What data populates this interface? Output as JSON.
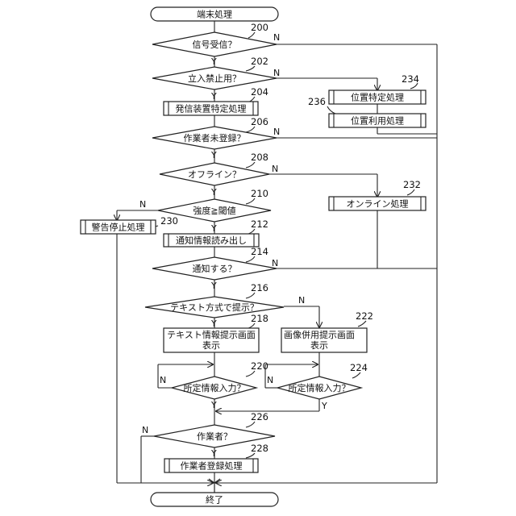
{
  "nodes": {
    "start": {
      "label": "端末処理"
    },
    "end": {
      "label": "終了"
    },
    "d200": {
      "label": "信号受信？",
      "ref": "200"
    },
    "d202": {
      "label": "立入禁止用？",
      "ref": "202"
    },
    "p204": {
      "label": "発信装置特定処理",
      "ref": "204"
    },
    "d206": {
      "label": "作業者未登録？",
      "ref": "206"
    },
    "d208": {
      "label": "オフライン？",
      "ref": "208"
    },
    "d210": {
      "label": "強度≧閾値",
      "ref": "210"
    },
    "p212": {
      "label": "通知情報読み出し",
      "ref": "212"
    },
    "d214": {
      "label": "通知する？",
      "ref": "214"
    },
    "d216": {
      "label": "テキスト方式で提示？",
      "ref": "216"
    },
    "p218": {
      "line1": "テキスト情報提示画面",
      "line2": "表示",
      "ref": "218"
    },
    "d220": {
      "label": "所定情報入力？",
      "ref": "220"
    },
    "p222": {
      "line1": "画像併用提示画面",
      "line2": "表示",
      "ref": "222"
    },
    "d224": {
      "label": "所定情報入力？",
      "ref": "224"
    },
    "d226": {
      "label": "作業者？",
      "ref": "226"
    },
    "p228": {
      "label": "作業者登録処理",
      "ref": "228"
    },
    "p230": {
      "label": "警告停止処理",
      "ref": "230"
    },
    "p232": {
      "label": "オンライン処理",
      "ref": "232"
    },
    "p234": {
      "label": "位置特定処理",
      "ref": "234"
    },
    "p236": {
      "label": "位置利用処理",
      "ref": "236"
    }
  },
  "branch": {
    "yes": "Y",
    "no": "N"
  }
}
